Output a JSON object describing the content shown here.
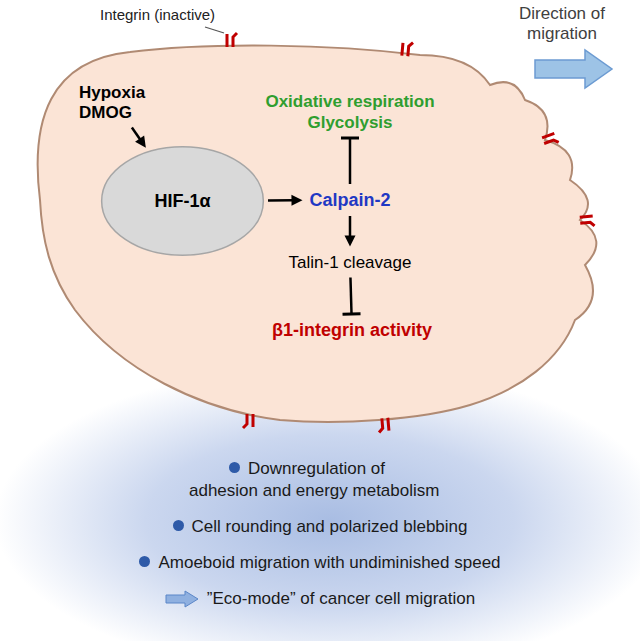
{
  "diagram": {
    "nodes": [
      {
        "text": [
          "Hypoxia DMOG"
        ]
      },
      {
        "text": [
          "HIF-1α"
        ]
      },
      {
        "text": [
          "Oxidative respiration Glycolysis"
        ]
      },
      {
        "text": [
          "Calpain-2"
        ]
      },
      {
        "text": [
          "Talin-1 cleavage"
        ]
      },
      {
        "text": [
          "β1-integrin activity"
        ]
      },
      {
        "text": [
          "Downregulation of adhesion and energy metabolism",
          "Cell rounding and polarized blebbing",
          "Amoeboid migration with undiminished speed",
          "”Eco-mode” of cancer cell migration"
        ]
      }
    ],
    "edges": [
      {
        "from": 0,
        "to": 1,
        "arrow": "to"
      },
      {
        "from": 1,
        "to": 3,
        "arrow": "to"
      },
      {
        "from": 3,
        "to": 2,
        "arrow": "to"
      },
      {
        "from": 3,
        "to": 4,
        "arrow": "to"
      },
      {
        "from": 4,
        "to": 5,
        "arrow": "to"
      }
    ],
    "labels": [
      "Integrin (inactive)",
      "Direction of migration"
    ]
  }
}
